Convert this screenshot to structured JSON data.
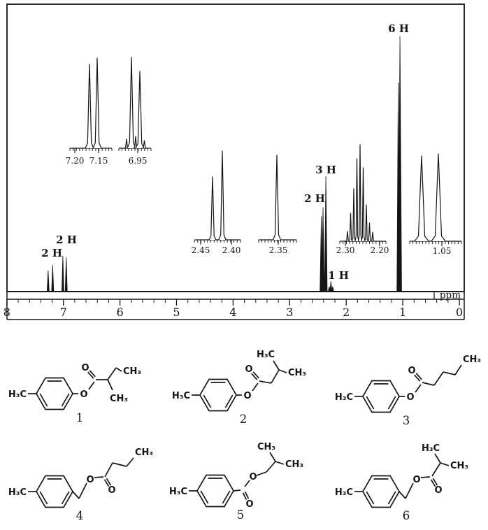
{
  "figure": {
    "description": "1H NMR spectrum with expanded insets and six candidate ester structures",
    "unit_label": "ppm"
  },
  "chart_data": {
    "type": "line",
    "title": "1H NMR spectrum",
    "xlabel": "ppm",
    "x_range": [
      8,
      0
    ],
    "x_major_ticks": [
      "8",
      "7",
      "6",
      "5",
      "4",
      "3",
      "2",
      "1",
      "0"
    ],
    "x_minor_tick_interval": 0.2,
    "peaks": [
      {
        "integration": "2 H",
        "multiplicity": "doublet",
        "lines_ppm": [
          7.27,
          7.19
        ],
        "rel_heights": [
          0.083,
          0.104
        ]
      },
      {
        "integration": "2 H",
        "multiplicity": "doublet",
        "lines_ppm": [
          7.01,
          6.95
        ],
        "rel_heights": [
          0.14,
          0.134
        ]
      },
      {
        "integration": "2 H",
        "multiplicity": "doublet",
        "lines_ppm": [
          2.44,
          2.41
        ],
        "rel_heights": [
          0.295,
          0.33
        ]
      },
      {
        "integration": "3 H",
        "multiplicity": "singlet",
        "lines_ppm": [
          2.36
        ],
        "rel_heights": [
          0.452
        ]
      },
      {
        "integration": "1 H",
        "multiplicity": "multiplet",
        "lines_ppm": [
          2.3,
          2.27,
          2.24
        ],
        "rel_heights": [
          0.02,
          0.04,
          0.02
        ]
      },
      {
        "integration": "6 H",
        "multiplicity": "doublet",
        "lines_ppm": [
          1.08,
          1.05
        ],
        "rel_heights": [
          0.82,
          1.0
        ]
      }
    ],
    "insets": [
      {
        "ticks": [
          "7.20",
          "7.15"
        ],
        "multiplicity": "doublet"
      },
      {
        "ticks": [
          "6.95"
        ],
        "multiplicity": "doublet"
      },
      {
        "ticks": [
          "2.45",
          "2.40"
        ],
        "multiplicity": "doublet"
      },
      {
        "ticks": [
          "2.35"
        ],
        "multiplicity": "singlet"
      },
      {
        "ticks": [
          "2.30",
          "2.20"
        ],
        "multiplicity": "multiplet"
      },
      {
        "ticks": [
          "1.05"
        ],
        "multiplicity": "doublet"
      }
    ]
  },
  "structures": [
    {
      "number": "1",
      "labels": {
        "left": "H₃C",
        "carbonyl_o": "O",
        "ester_o": "O",
        "chain_end": "CH₃",
        "branch": "CH₃"
      }
    },
    {
      "number": "2",
      "labels": {
        "left": "H₃C",
        "carbonyl_o": "O",
        "ester_o": "O",
        "top": "H₃C",
        "right": "CH₃"
      }
    },
    {
      "number": "3",
      "labels": {
        "left": "H₃C",
        "carbonyl_o": "O",
        "ester_o": "O",
        "chain_end": "CH₃"
      }
    },
    {
      "number": "4",
      "labels": {
        "left": "H₃C",
        "ester_o": "O",
        "carbonyl_o": "O",
        "chain_end": "CH₃"
      }
    },
    {
      "number": "5",
      "labels": {
        "left": "H₃C",
        "ester_o": "O",
        "carbonyl_o": "O",
        "top": "CH₃",
        "right": "CH₃"
      }
    },
    {
      "number": "6",
      "labels": {
        "left": "H₃C",
        "ester_o": "O",
        "carbonyl_o": "O",
        "top": "H₃C",
        "right": "CH₃"
      }
    }
  ]
}
